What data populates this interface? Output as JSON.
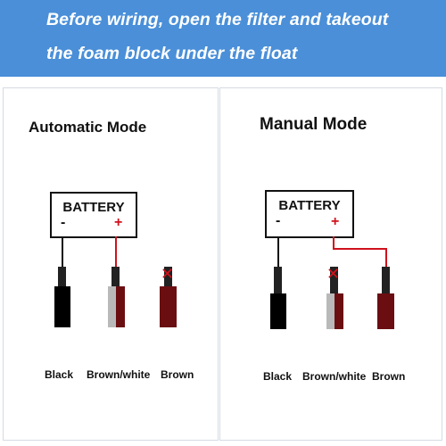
{
  "banner": {
    "line1": "Before wiring, open the filter and takeout",
    "line2": "the foam block under the float"
  },
  "panels": {
    "left": {
      "title": "Automatic Mode",
      "battery_label": "BATTERY",
      "minus": "-",
      "plus": "+",
      "wires": [
        "Black",
        "Brown/white",
        "Brown"
      ],
      "disconnected": "Brown"
    },
    "right": {
      "title": "Manual Mode",
      "battery_label": "BATTERY",
      "minus": "-",
      "plus": "+",
      "wires": [
        "Black",
        "Brown/white",
        "Brown"
      ],
      "disconnected": "Brown/white"
    }
  },
  "symbols": {
    "x": "✕"
  },
  "colors": {
    "banner_bg": "#4a8fd8",
    "positive": "#d0121c",
    "black_wire": "#000000",
    "brown_wire": "#6b0e12",
    "white_wire": "#b9b9b9"
  }
}
